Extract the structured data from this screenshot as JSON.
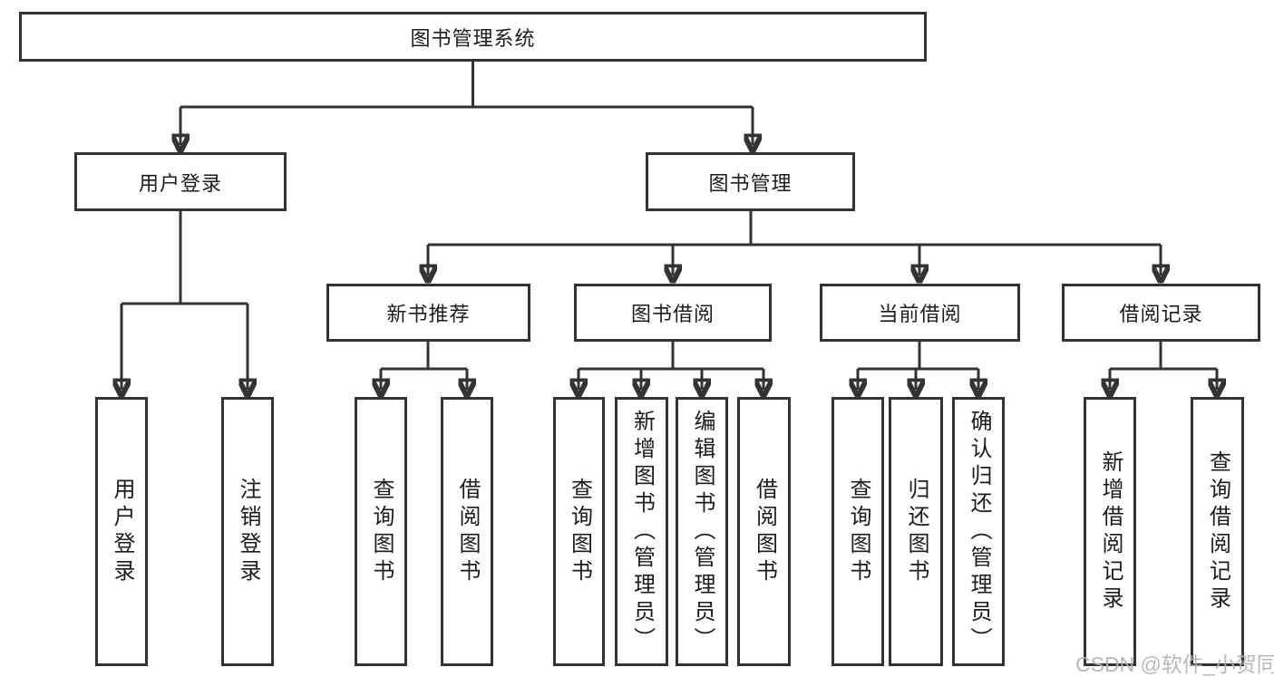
{
  "diagram": {
    "title": "图书管理系统",
    "branches": [
      {
        "label": "用户登录",
        "leaves": [
          "用户登录",
          "注销登录"
        ]
      },
      {
        "label": "图书管理",
        "groups": [
          {
            "label": "新书推荐",
            "leaves": [
              "查询图书",
              "借阅图书"
            ]
          },
          {
            "label": "图书借阅",
            "leaves": [
              "查询图书",
              "新增图书（管理员）",
              "编辑图书（管理员）",
              "借阅图书"
            ]
          },
          {
            "label": "当前借阅",
            "leaves": [
              "查询图书",
              "归还图书",
              "确认归还（管理员）"
            ]
          },
          {
            "label": "借阅记录",
            "leaves": [
              "新增借阅记录",
              "查询借阅记录"
            ]
          }
        ]
      }
    ]
  },
  "watermark": {
    "text": "CSDN @软件_小贺同学"
  },
  "colors": {
    "line": "#333333",
    "box_border": "#333333",
    "text": "#1c1c1c",
    "watermark": "#b1b1b1",
    "background": "#ffffff"
  }
}
